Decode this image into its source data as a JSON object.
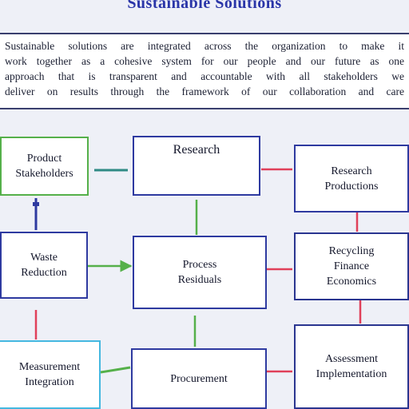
{
  "title": "Sustainable Solutions",
  "intro": {
    "lines": [
      "Sustainable solutions are integrated across the organization to make it",
      "work together as a cohesive system for our people and our future as one",
      "approach that is transparent and accountable with all stakeholders we",
      "deliver on results through the framework of our collaboration and care"
    ]
  },
  "boxes": {
    "planning": [
      "Product",
      "Stakeholders"
    ],
    "waste": [
      "Waste",
      "Reduction"
    ],
    "management": [
      "Measurement",
      "Integration"
    ],
    "research": [
      "Research"
    ],
    "process": [
      "Process",
      "Residuals"
    ],
    "resource": [
      "Research",
      "Productions"
    ],
    "production": [
      "Recycling",
      "Finance",
      "Economics"
    ],
    "procurement": [
      "Procurement"
    ],
    "assessment": [
      "Assessment",
      "Implementation"
    ]
  },
  "colors": {
    "blue": "#2e3aa0",
    "green": "#55b04a",
    "red": "#e0405a",
    "cyan": "#44b8e0"
  }
}
